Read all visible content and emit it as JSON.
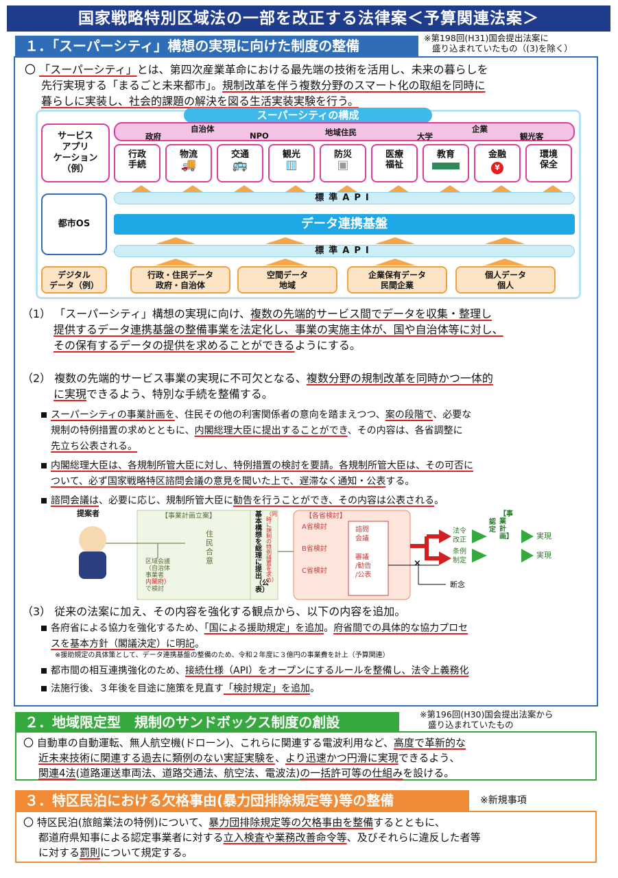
{
  "title": "国家戦略特別区域法の一部を改正する法律案＜予算関連法案＞",
  "section1": {
    "heading": "１．「スーパーシティ」構想の実現に向けた制度の整備",
    "note_line1": "※第198回(H31)国会提出法案に",
    "note_line2": "盛り込まれていたもの（(3)を除く）",
    "intro": {
      "mark": "〇",
      "u1": "「スーパーシティ」",
      "t1": "とは、第四次産業革命における最先端の技術を活用し、未来の暮らしを",
      "t2": "先行実現する「まるごと未来都市」。",
      "u2": "規制改革を伴う複数分野のスマート化の取組を同時に",
      "u3": "暮らしに実装し、社会的課題の解決を図る生活実装実験を行う。"
    },
    "diagram": {
      "title": "スーパーシティの構成",
      "service_box": [
        "サービス",
        "アプリ",
        "ケーション",
        "（例）"
      ],
      "actors": [
        "政府",
        "自治体",
        "NPO",
        "地域住民",
        "大学",
        "企業",
        "観光客"
      ],
      "tiles": [
        {
          "l1": "行政",
          "l2": "手続"
        },
        {
          "l1": "物流",
          "l2": ""
        },
        {
          "l1": "交通",
          "l2": ""
        },
        {
          "l1": "観光",
          "l2": ""
        },
        {
          "l1": "防災",
          "l2": ""
        },
        {
          "l1": "医療",
          "l2": "福祉"
        },
        {
          "l1": "教育",
          "l2": ""
        },
        {
          "l1": "金融",
          "l2": ""
        },
        {
          "l1": "環境",
          "l2": "保全"
        }
      ],
      "api_label": "標準API",
      "os_label": "都市OS",
      "base_label": "データ連携基盤",
      "data_box": [
        "デジタル",
        "データ（例）"
      ],
      "data_items": [
        {
          "l1": "行政・住民データ",
          "l2": "政府・自治体"
        },
        {
          "l1": "空間データ",
          "l2": "地域"
        },
        {
          "l1": "企業保有データ",
          "l2": "民間企業"
        },
        {
          "l1": "個人データ",
          "l2": "個人"
        }
      ]
    },
    "p1": {
      "num": "（1）",
      "t1": "「スーパーシティ」構想の実現に向け、",
      "u1": "複数の先端的サービス間でデータを収集・整理し",
      "u2": "提供するデータ連携基盤の整備事業を法定化し、事業の実施主体が、国や自治体等に対し、",
      "u3": "その保有するデータの提供を求めることができる",
      "t2": "ようにする。"
    },
    "p2": {
      "num": "（2）",
      "t1": "複数の先端的サービス事業の実現に不可欠となる、",
      "u1": "複数分野の規制改革を同時かつ一体的",
      "u2": "に実現",
      "t2": "できるよう、特別な手続を整備する。",
      "b1a": "スーパーシティの事業計画を",
      "b1b": "、住民その他の利害関係者の意向を踏まえつつ、",
      "b1c": "案の段階で",
      "b1d": "、必要な",
      "b1e": "規制の特例措置の求めとともに、",
      "b1f": "内閣総理大臣に提出することができ",
      "b1g": "、その内容は、各省調整に",
      "b1h": "先立ち公表される。",
      "b2a": "内閣総理大臣は、各規制所管大臣に対し、特例措置の検討を要請。各規制所管大臣は、",
      "b2b": "その可否に",
      "b2c": "ついて、必ず国家戦略特区諮問会議の意見を聞いた上で、遅滞なく通知・公表",
      "b2d": "する。",
      "b3a": "諮問会議は",
      "b3b": "、必要に応じ、規制所管大臣に",
      "b3c": "勧告を行うことができ、その内容は公表される",
      "b3d": "。"
    },
    "flow": {
      "proposer": "提案者",
      "plan_label": "【事業計画立案】",
      "council": [
        "区域会議",
        "（自治体",
        "事業者",
        "内閣府）",
        "で検討"
      ],
      "residents": [
        "住",
        "民",
        "合",
        "意"
      ],
      "basic": "基本構想を総理に提出（公表）",
      "basic_sub": "（同時に規制の特例措置を求め）",
      "ministry_label": "【各省検討】",
      "ministries": [
        "A省検討",
        "B省検討",
        "C省検討"
      ],
      "council_box": [
        "諮問",
        "会議"
      ],
      "council_box2": [
        "審議",
        "/勧告",
        "/公表"
      ],
      "ok_mark": "○",
      "ng_mark": "×",
      "law_change": [
        "法令",
        "改正"
      ],
      "ordinance": [
        "条例",
        "制定"
      ],
      "approval": "認定",
      "plan2": "【事業計画】",
      "result": "実現",
      "refuse": "断念"
    },
    "p3": {
      "num": "（3）",
      "t1": "従来の法案に加え、その内容を強化する観点から、以下の内容を追加。",
      "b1a": "各府省による協力を強化するため、",
      "b1b": "「国による援助規定」を追加",
      "b1c": "。",
      "b1d": "府省間での具体的な協力プロセ",
      "b1e": "スを基本方針（閣議決定）に明記",
      "b1f": "。",
      "b1note": "※援助規定の具体策として、データ連携基盤の整備のため、令和２年度に３億円の事業費を計上（予算関連）",
      "b2a": "都市間の相互連携強化のため、",
      "b2b": "接続仕様（API）をオープンにするルールを整備し、法令上義務化",
      "b3a": "法施行後、３年後を目途に施策を見直す",
      "b3b": "「検討規定」を追加",
      "b3c": "。"
    }
  },
  "section2": {
    "heading": "２．地域限定型　規制のサンドボックス制度の創設",
    "note_line1": "※第196回(H30)国会提出法案から",
    "note_line2": "盛り込まれていたもの",
    "l1a": "〇 自動車の自動運転、無人航空機(ドローン)、これらに関連する電波利用など、",
    "l1b": "高度で革新的な",
    "l2a": "近未来技術に関連する過去に類例のない実証実験を",
    "l2b": "、",
    "l2c": "より迅速かつ円滑に実現",
    "l2d": "できるよう、",
    "l3a": "関連4法",
    "l3b": "(道路運送車両法、道路交通法、航空法、電波法)",
    "l3c": "の一括許可等の仕組み",
    "l3d": "を設ける。"
  },
  "section3": {
    "heading": "３．特区民泊における欠格事由(暴力団排除規定等)等の整備",
    "note": "※新規事項",
    "l1a": "〇 特区民泊(旅館業法の特例)について、",
    "l1b": "暴力団排除規定等の欠格事由を整備",
    "l1c": "するとともに、",
    "l2a": "都道府県知事による認定事業者に対する",
    "l2b": "立入検査や業務改善命令等",
    "l2c": "、及びそれらに違反した者等",
    "l3a": "に対する",
    "l3b": "罰則",
    "l3c": "について規定する。"
  },
  "colors": {
    "navy": "#1f3b8c",
    "blue": "#2f6db6",
    "green": "#36a93e",
    "orange": "#f08a35",
    "pink": "#e23a9a",
    "sky": "#1ea9e6",
    "underline": "#e02020"
  }
}
